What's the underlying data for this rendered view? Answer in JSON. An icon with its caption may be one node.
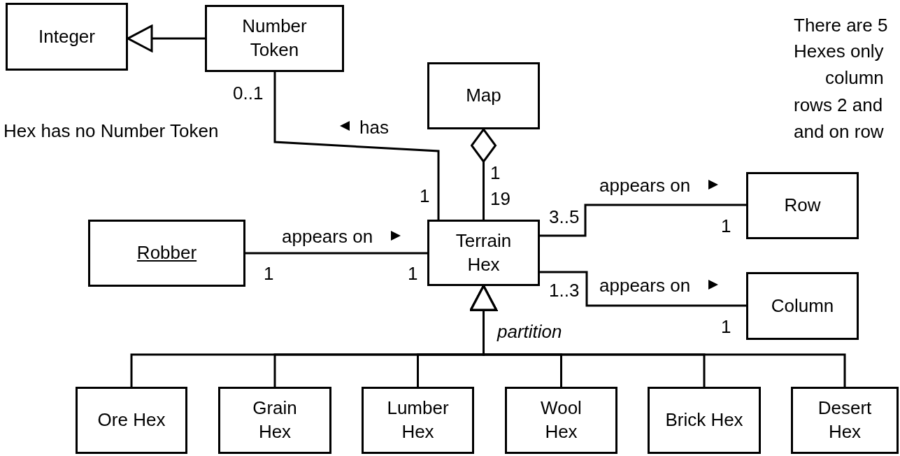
{
  "diagram": {
    "nodes": [
      {
        "text": [
          "Integer"
        ]
      },
      {
        "text": [
          "Number Token"
        ]
      },
      {
        "text": [
          "Map"
        ]
      },
      {
        "text": [
          "Robber"
        ]
      },
      {
        "text": [
          "Terrain Hex"
        ]
      },
      {
        "text": [
          "Row"
        ]
      },
      {
        "text": [
          "Column"
        ]
      },
      {
        "text": [
          "Ore Hex"
        ]
      },
      {
        "text": [
          "Grain Hex"
        ]
      },
      {
        "text": [
          "Lumber Hex"
        ]
      },
      {
        "text": [
          "Wool Hex"
        ]
      },
      {
        "text": [
          "Brick Hex"
        ]
      },
      {
        "text": [
          "Desert Hex"
        ]
      }
    ],
    "edges": [
      {
        "from": 1,
        "to": 0,
        "arrow": "to"
      },
      {
        "from": 1,
        "to": 4,
        "arrow": "none",
        "label": "has"
      },
      {
        "from": 3,
        "to": 4,
        "arrow": "none",
        "label": "appears on"
      },
      {
        "from": 4,
        "to": 2,
        "arrow": "other"
      },
      {
        "from": 4,
        "to": 5,
        "arrow": "none",
        "label": "appears on"
      },
      {
        "from": 4,
        "to": 6,
        "arrow": "none",
        "label": "appears on"
      },
      {
        "from": 7,
        "to": 4,
        "arrow": "to"
      },
      {
        "from": 8,
        "to": 4,
        "arrow": "to"
      },
      {
        "from": 9,
        "to": 4,
        "arrow": "to"
      },
      {
        "from": 10,
        "to": 4,
        "arrow": "to"
      },
      {
        "from": 11,
        "to": 4,
        "arrow": "to"
      },
      {
        "from": 12,
        "to": 4,
        "arrow": "to"
      }
    ],
    "labels": [
      "There are 5",
      "Hexes only",
      "column",
      "rows 2 and",
      "and on row",
      "0..1",
      "Hex has no Number Token",
      "1",
      "19",
      "1",
      "3..5",
      "1",
      "1",
      "1",
      "1..3",
      "1",
      "partition"
    ]
  }
}
